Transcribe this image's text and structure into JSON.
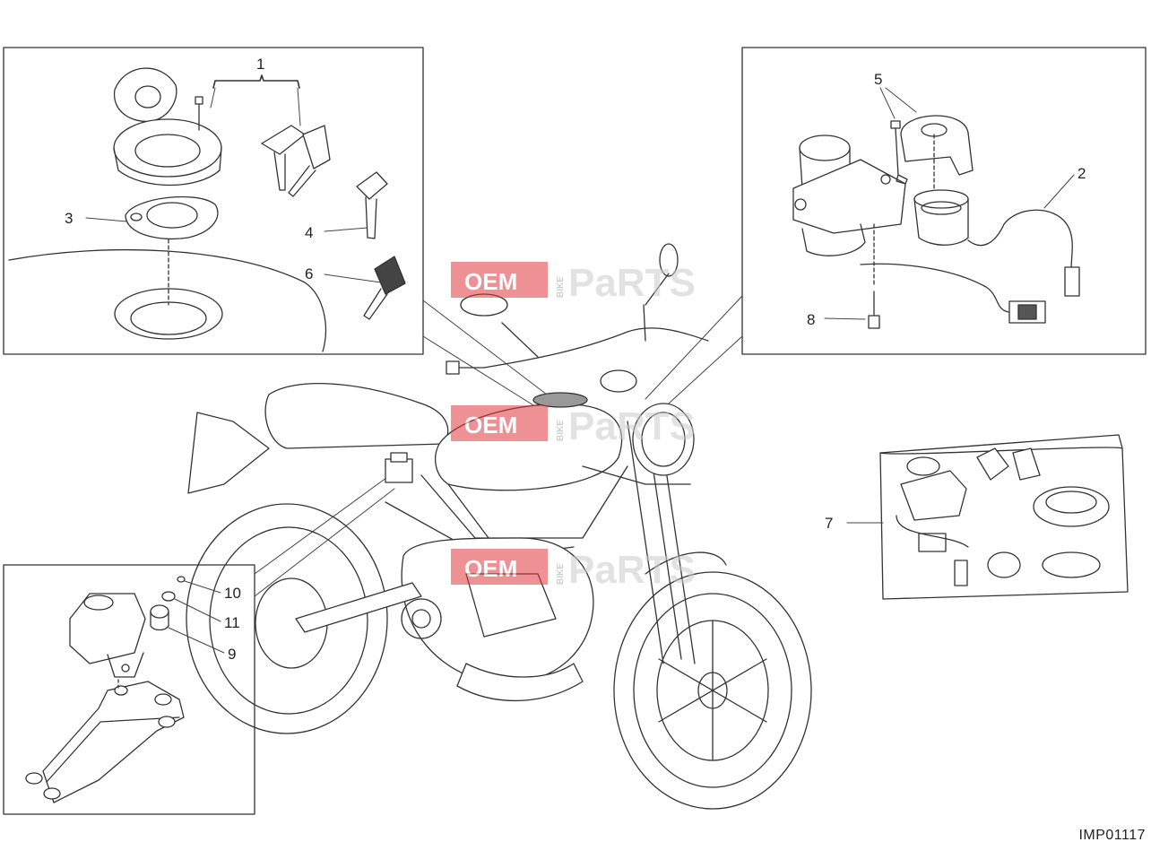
{
  "callouts": {
    "c1": "1",
    "c2": "2",
    "c3": "3",
    "c4": "4",
    "c5": "5",
    "c6": "6",
    "c7": "7",
    "c8": "8",
    "c9": "9",
    "c10": "10",
    "c11": "11"
  },
  "figure_code": "IMP01117",
  "watermark": {
    "oem": "OEM",
    "bike": "BIKE",
    "parts": "PaRTS",
    "accent": "#e0393e"
  }
}
